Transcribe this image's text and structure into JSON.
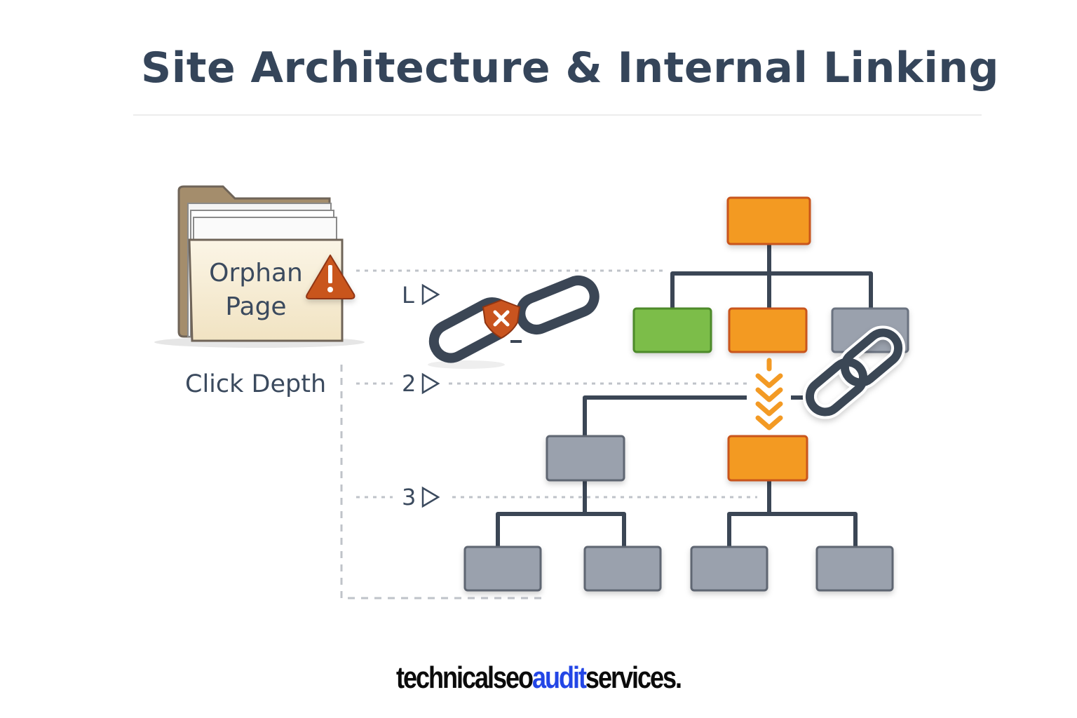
{
  "title": "Site Architecture & Internal Linking",
  "orphan": {
    "line1": "Orphan",
    "line2": "Page",
    "warning_icon": "warning-triangle-icon"
  },
  "click_depth_label": "Click Depth",
  "levels": [
    "L",
    "2",
    "3"
  ],
  "broken_link_icon": "broken-chain-icon",
  "link_icon": "chain-link-icon",
  "colors": {
    "orange": "#f39a24",
    "green": "#7cbd4a",
    "gray": "#9aa1ad",
    "connector": "#3b4655",
    "warning": "#c9541f"
  },
  "brand": {
    "part1": "technicalseo",
    "part2": "audit",
    "part3": "services."
  }
}
